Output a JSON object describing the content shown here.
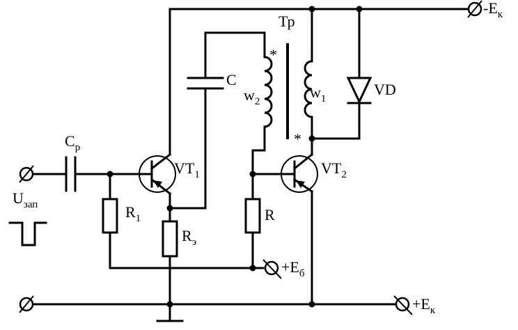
{
  "labels": {
    "transformer": "Тр",
    "capacitor_c": "C",
    "winding_w2": "w",
    "winding_w2_sub": "2",
    "winding_w1": "w",
    "winding_w1_sub": "1",
    "diode": "VD",
    "transistor_1": "VT",
    "transistor_1_sub": "1",
    "transistor_2": "VT",
    "transistor_2_sub": "2",
    "coupling_cap": "C",
    "coupling_cap_sub": "р",
    "resistor_r1": "R",
    "resistor_r1_sub": "1",
    "resistor_re": "R",
    "resistor_re_sub": "э",
    "resistor_r": "R",
    "input_voltage": "U",
    "input_voltage_sub": "зап",
    "supply_minus_ek": "-E",
    "supply_minus_ek_sub": "к",
    "supply_plus_eb": "+E",
    "supply_plus_eb_sub": "б",
    "supply_plus_ek": "+E",
    "supply_plus_ek_sub": "к",
    "star_top": "*",
    "star_bottom": "*"
  }
}
